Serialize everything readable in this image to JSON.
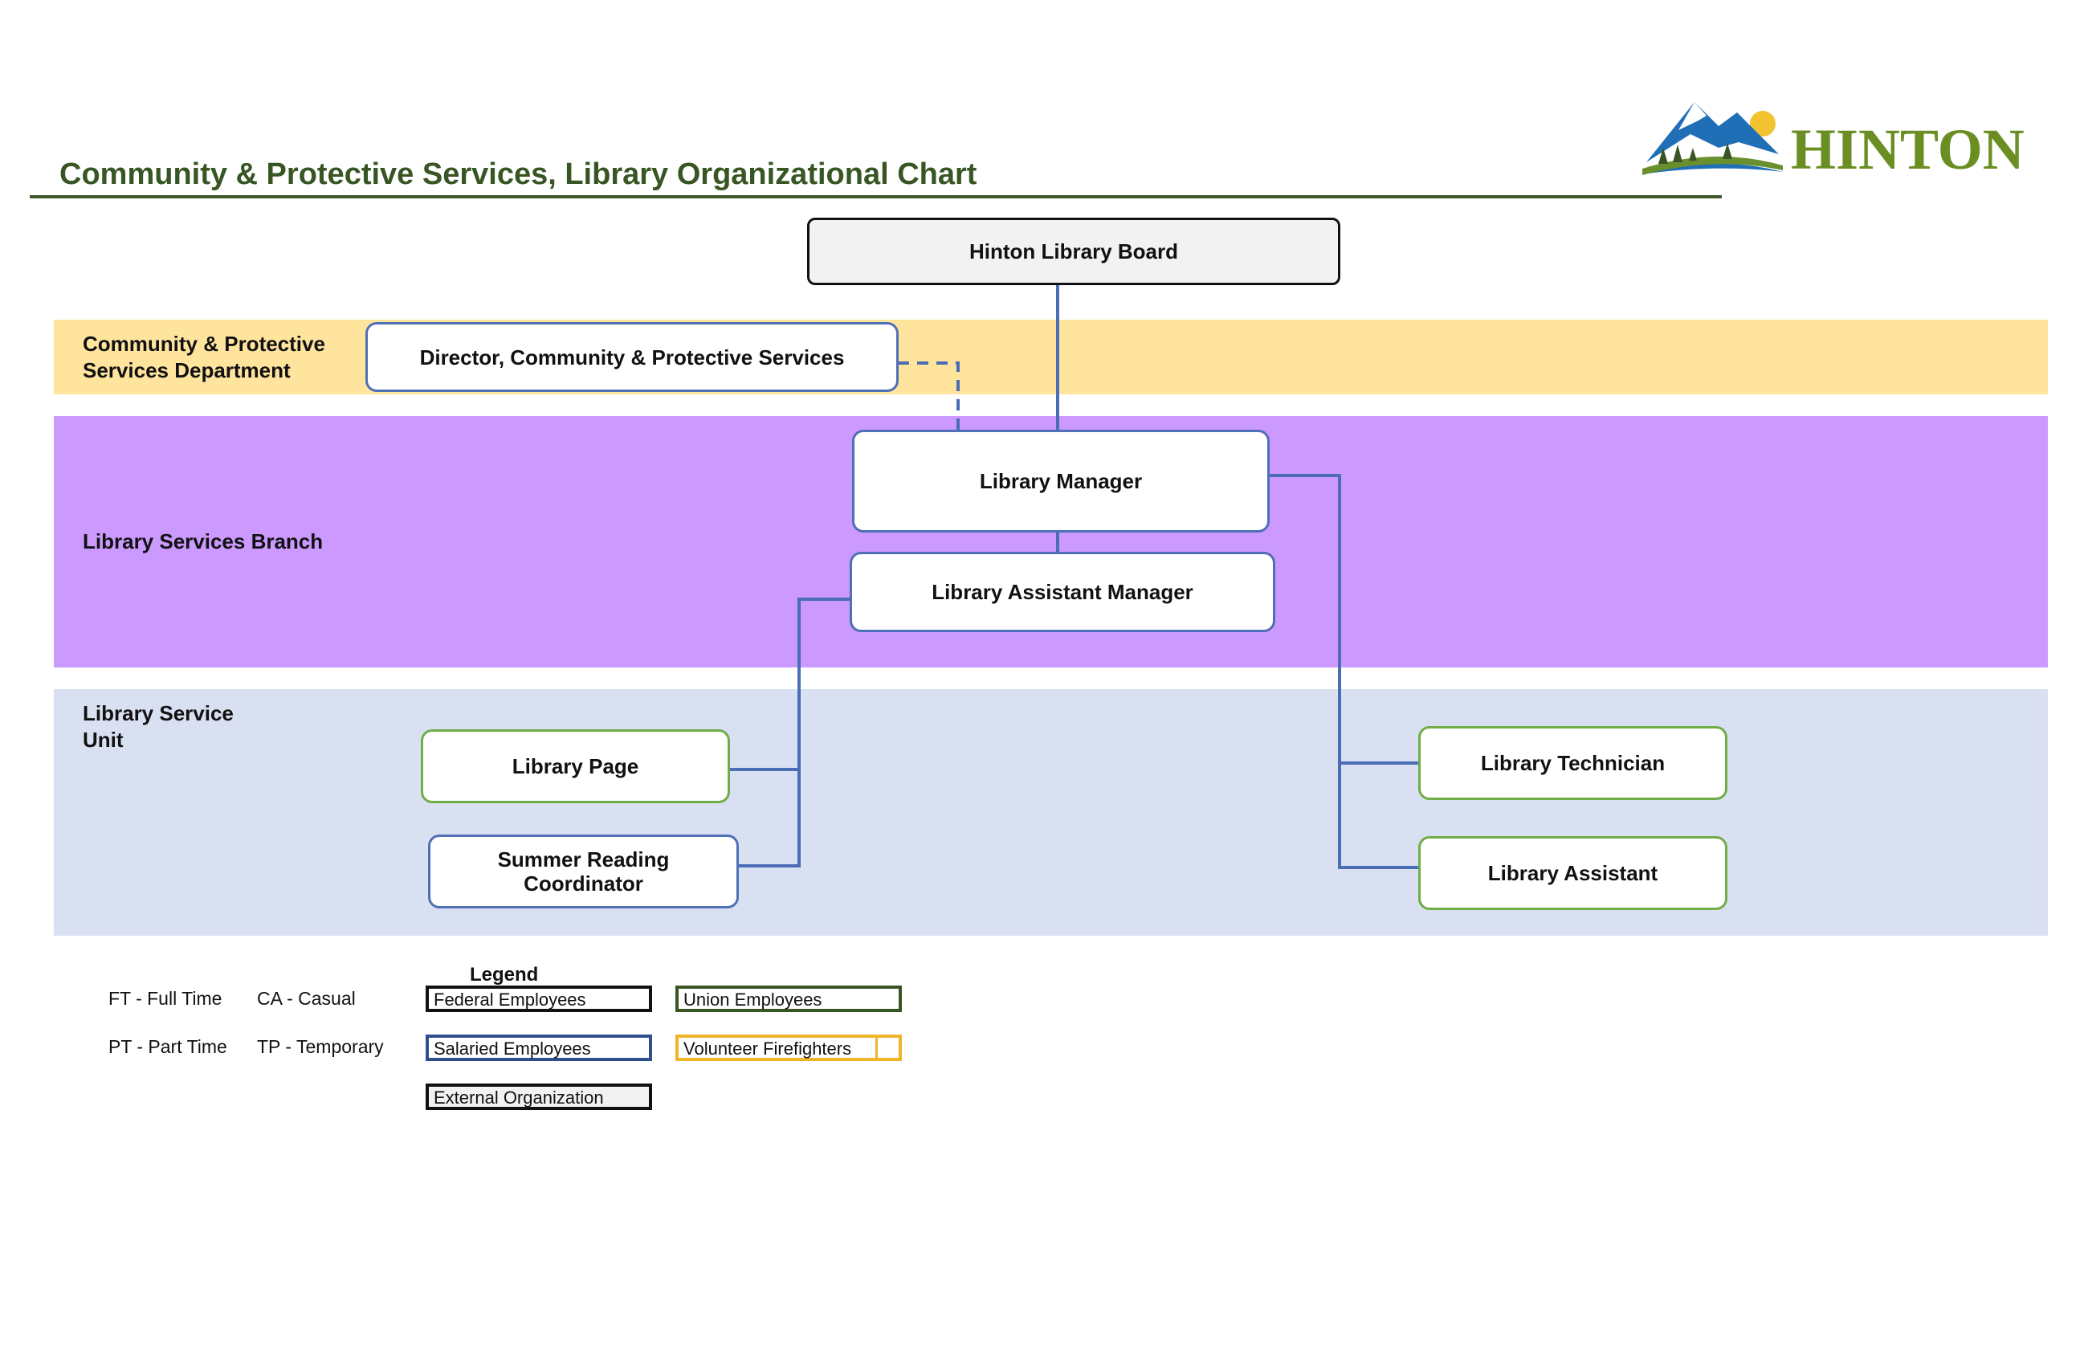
{
  "header": {
    "title": "Community & Protective Services, Library Organizational Chart",
    "logo_text": "HINTON"
  },
  "bands": {
    "department": "Community & Protective Services Department",
    "branch": "Library Services Branch",
    "unit": "Library Service Unit"
  },
  "boxes": {
    "board": "Hinton Library Board",
    "director": "Director, Community & Protective Services",
    "manager": "Library Manager",
    "assistant_manager": "Library Assistant Manager",
    "page": "Library Page",
    "summer": "Summer Reading Coordinator",
    "technician": "Library Technician",
    "assistant": "Library Assistant"
  },
  "legend": {
    "title": "Legend",
    "abbreviations": {
      "ft": "FT - Full Time",
      "ca": "CA - Casual",
      "pt": "PT - Part Time",
      "tp": "TP - Temporary"
    },
    "items": {
      "federal": "Federal Employees",
      "salaried": "Salaried Employees",
      "external": "External Organization",
      "union": "Union Employees",
      "volunteer": "Volunteer Firefighters"
    }
  },
  "colors": {
    "title_green": "#375623",
    "department_band": "#ffe49e",
    "branch_band": "#cc99ff",
    "unit_band": "#d9e0f1",
    "salaried_border": "#4f6fb6",
    "union_border": "#70ad47",
    "volunteer_border": "#f0b429",
    "connector": "#4a6db5"
  }
}
